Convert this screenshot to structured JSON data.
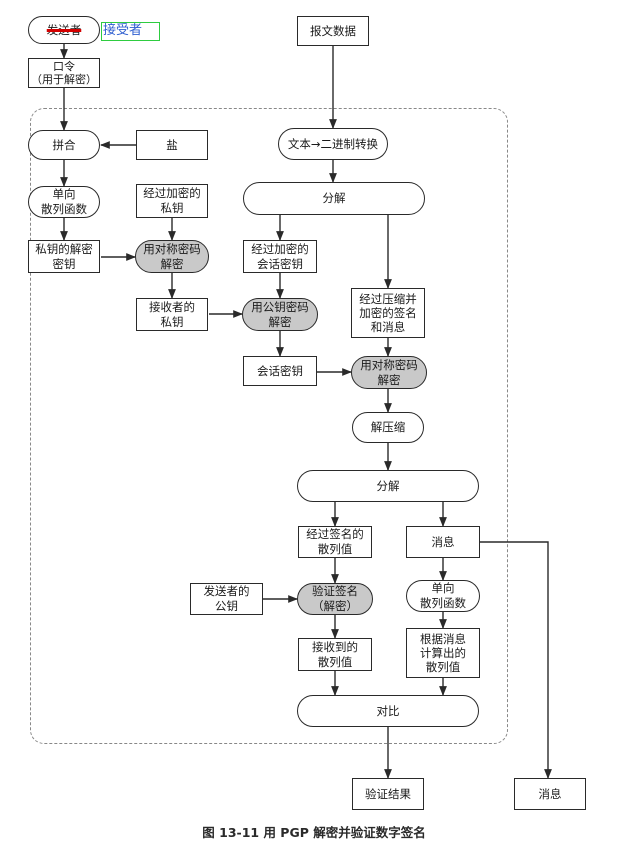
{
  "diagram": {
    "sender": "发送者",
    "receiver_annotation": "接受者",
    "password": "口令\n（用于解密）",
    "message_data": "报文数据",
    "combine": "拼合",
    "salt": "盐",
    "text_to_binary": "文本→二进制转换",
    "one_way_hash_1": "单向\n散列函数",
    "encrypted_private_key": "经过加密的\n私钥",
    "split_1": "分解",
    "private_key_decrypt_key": "私钥的解密\n密钥",
    "symmetric_decrypt_1": "用对称密码\n解密",
    "encrypted_session_key": "经过加密的\n会话密钥",
    "compressed_encrypted_sig_msg": "经过压缩并\n加密的签名\n和消息",
    "receiver_private_key": "接收者的\n私钥",
    "public_key_decrypt": "用公钥密码\n解密",
    "session_key": "会话密钥",
    "symmetric_decrypt_2": "用对称密码\n解密",
    "decompress": "解压缩",
    "split_2": "分解",
    "signed_hash": "经过签名的\n散列值",
    "message": "消息",
    "sender_public_key": "发送者的\n公钥",
    "verify_signature": "验证签名\n（解密）",
    "one_way_hash_2": "单向\n散列函数",
    "received_hash": "接收到的\n散列值",
    "computed_hash": "根据消息\n计算出的\n散列值",
    "compare": "对比",
    "verify_result": "验证结果",
    "message_output": "消息"
  },
  "caption": "图 13-11   用 PGP 解密并验证数字签名",
  "colors": {
    "line": "#2a2a2a",
    "fill_grey": "#c9c9c9",
    "strike": "#d40000",
    "annot_box": "#2ecc40",
    "annot_text": "#2f5fd0"
  }
}
